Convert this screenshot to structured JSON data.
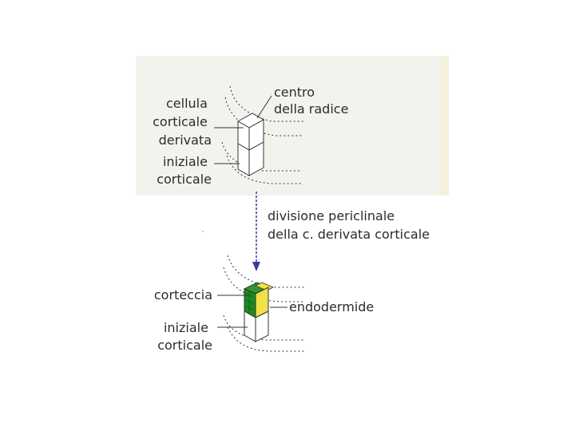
{
  "colors": {
    "background_top": "#f3f3ee",
    "background_strip": "#f4f1dc",
    "arrow": "#3a3aa8",
    "cortex": "#1f8a22",
    "endodermis": "#f0e04a",
    "line": "#333333"
  },
  "top_panel": {
    "label_derived": [
      "cellula",
      "corticale",
      "derivata"
    ],
    "label_initial": [
      "iniziale",
      "corticale"
    ],
    "label_center": [
      "centro",
      "della radice"
    ]
  },
  "arrow_caption": [
    "divisione periclinale",
    "della c. derivata corticale"
  ],
  "bottom_panel": {
    "label_cortex": "corteccia",
    "label_endodermis": "endodermide",
    "label_initial": [
      "iniziale",
      "corticale"
    ]
  }
}
